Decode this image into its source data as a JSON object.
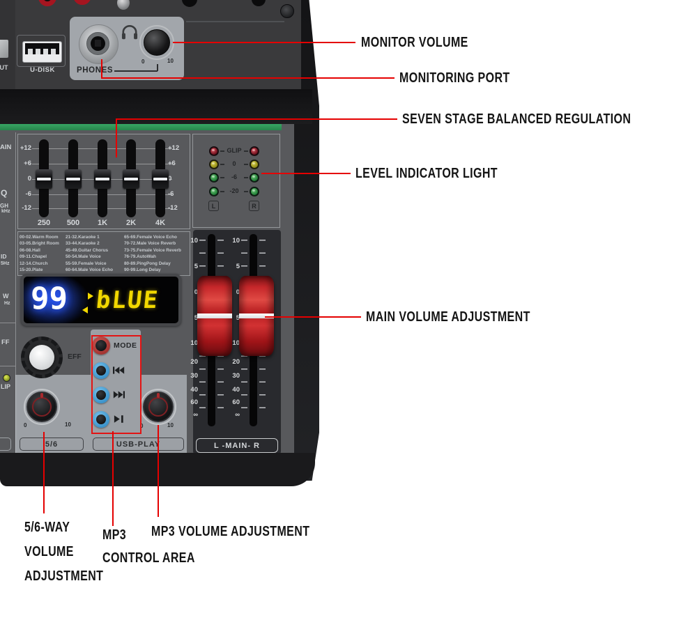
{
  "annotations": {
    "monitor_volume": "MONITOR VOLUME",
    "monitoring_port": "MONITORING PORT",
    "seven_stage": "SEVEN STAGE BALANCED REGULATION",
    "level_indicator": "LEVEL INDICATOR LIGHT",
    "main_volume": "MAIN VOLUME ADJUSTMENT",
    "five_six_way_lines": [
      "5/6-WAY",
      "VOLUME",
      "ADJUSTMENT"
    ],
    "mp3_control_lines": [
      "MP3",
      "CONTROL AREA"
    ],
    "mp3_volume": "MP3 VOLUME ADJUSTMENT"
  },
  "mixer": {
    "top": {
      "cut": "CUT",
      "u_disk": "U-DISK",
      "phones": "PHONES"
    },
    "knob_scale": {
      "min": "0",
      "max": "10"
    },
    "eq": {
      "scale": [
        "+12",
        "+6",
        "0",
        "-6",
        "-12"
      ],
      "freqs": [
        "250",
        "500",
        "1K",
        "2K",
        "4K"
      ]
    },
    "presets": {
      "col1": [
        "00-02.Warm Room",
        "03-05.Bright Room",
        "06-08.Hall",
        "09-11.Chapel",
        "12-14.Church",
        "15-20.Plate"
      ],
      "col2": [
        "21-32.Karaoke 1",
        "33-44.Karaoke 2",
        "45-49.Guitar Chorus",
        "50-54.Male Voice",
        "55-59.Female Voice",
        "60-64.Male Voice Echo"
      ],
      "col3": [
        "65-69.Female Voice Echo",
        "70-72.Male Voice Reverb",
        "73-75.Female Voice Reverb",
        "76-79.AutoWah",
        "80-89.PingPong Delay",
        "90-99.Long Delay"
      ]
    },
    "display": {
      "track": "99",
      "text": "bLUE"
    },
    "meter": {
      "rows": [
        "GLIP",
        "0",
        "-6",
        "-20"
      ],
      "left": "L",
      "right": "R"
    },
    "fader_scale": [
      "10",
      "5",
      "0",
      "5",
      "10",
      "20",
      "30",
      "40",
      "60",
      "∞"
    ],
    "mp3": {
      "mode": "MODE"
    },
    "eff": "EFF",
    "bottom_labels": {
      "five_six": "5/6",
      "usb_play": "USB-PLAY",
      "l_main_r": "L -MAIN- R"
    },
    "partials": {
      "ain": "AIN",
      "q": "Q",
      "gh": "GH",
      "khz": "kHz",
      "id": "ID",
      "hz5": "5Hz",
      "w": "W",
      "hz": "Hz",
      "ff": "FF",
      "lip": "LIP"
    }
  },
  "colors": {
    "callout_red": "#e50000",
    "green_stripe": "#2f9b58",
    "fader_cap_red": "#c4201f",
    "display_yellow": "#f2d800",
    "display_blue_glow": "#2e5cff"
  }
}
